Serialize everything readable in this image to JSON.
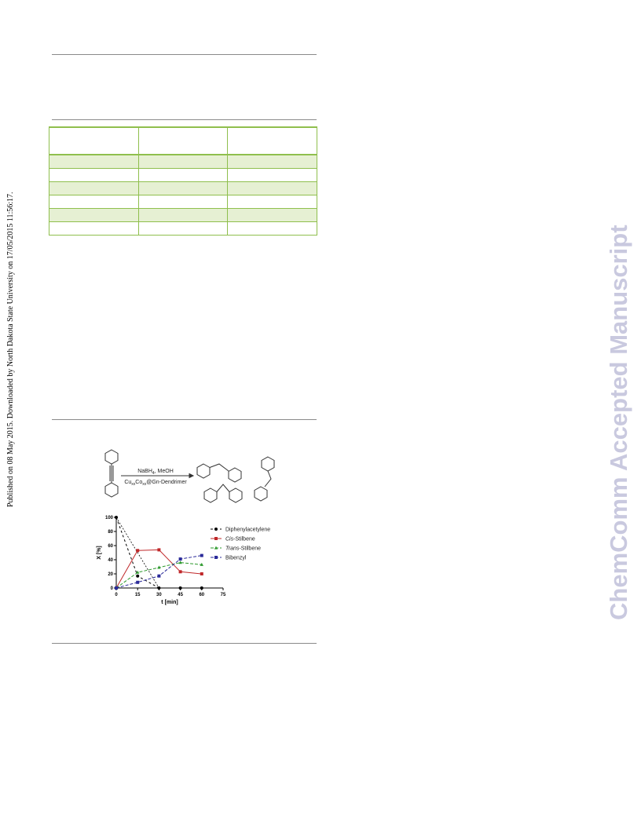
{
  "side_note": "Published on 08 May 2015. Downloaded by North Dakota State University on 17/05/2015 11:56:17.",
  "watermark": "ChemComm Accepted Manuscript",
  "table": {
    "columns": 3,
    "rows": 6
  },
  "scheme": {
    "reagent_top": "NaBH",
    "reagent_top_sub": "4",
    "reagent_top_rest": ", MeOH",
    "catalyst_parts": [
      "Cu",
      "xx",
      "Co",
      "xx",
      "@Gn-Dendrimer"
    ]
  },
  "chart_data": {
    "type": "line",
    "title": "",
    "xlabel": "t [min]",
    "ylabel": "X [%]",
    "xlim": [
      0,
      75
    ],
    "ylim": [
      0,
      100
    ],
    "xticks": [
      0,
      15,
      30,
      45,
      60,
      75
    ],
    "yticks": [
      0,
      20,
      40,
      60,
      80,
      100
    ],
    "legend_position": "right",
    "series": [
      {
        "name": "Diphenylacetylene",
        "color": "#000000",
        "marker": "circle",
        "dash": "3,3",
        "x": [
          0,
          15,
          30,
          45,
          60
        ],
        "y": [
          100,
          17,
          0,
          0,
          0
        ]
      },
      {
        "name": "Cis-Stilbene",
        "name_italic": "Cis",
        "name_rest": "-Stilbene",
        "color": "#c0282a",
        "marker": "square",
        "dash": "",
        "x": [
          0,
          15,
          30,
          45,
          60
        ],
        "y": [
          0,
          53,
          54,
          23,
          20
        ]
      },
      {
        "name": "Trans-Stilbene",
        "name_italic": "Trans",
        "name_rest": "-Stilbene",
        "color": "#2e9a2e",
        "marker": "triangle",
        "dash": "4,2",
        "x": [
          0,
          15,
          30,
          45,
          60
        ],
        "y": [
          0,
          22,
          29,
          36,
          33
        ]
      },
      {
        "name": "Bibenzyl",
        "color": "#2b2b9a",
        "marker": "square",
        "dash": "4,2",
        "x": [
          0,
          15,
          30,
          45,
          60
        ],
        "y": [
          0,
          8,
          17,
          41,
          46
        ]
      }
    ],
    "extra_line": {
      "x": [
        0,
        30
      ],
      "y": [
        100,
        0
      ],
      "color": "#000000",
      "dash": "2,2"
    }
  }
}
